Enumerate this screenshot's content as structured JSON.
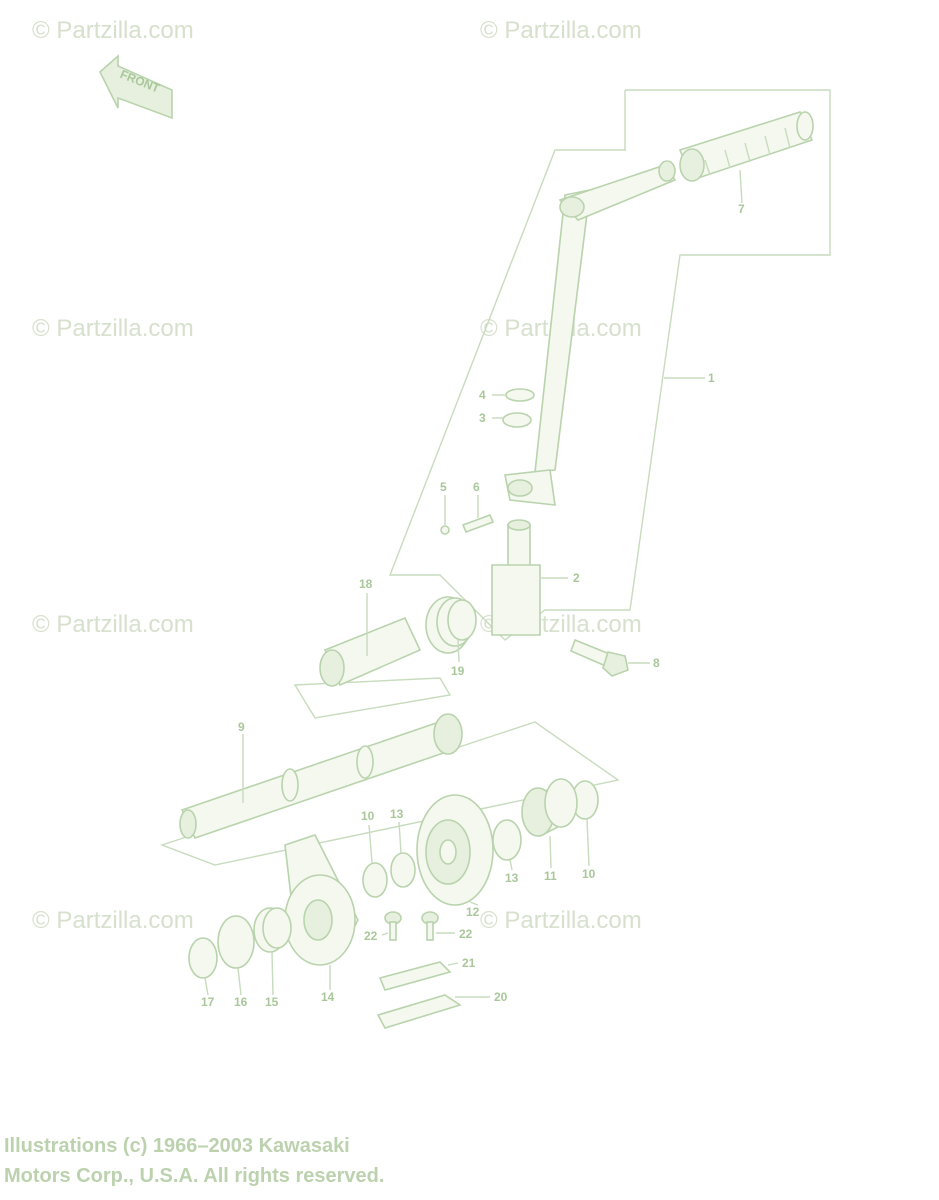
{
  "watermark": "© Partzilla.com",
  "front_label": "FRONT",
  "callouts": {
    "c1": "1",
    "c2": "2",
    "c3": "3",
    "c4": "4",
    "c5": "5",
    "c6": "6",
    "c7": "7",
    "c8": "8",
    "c9": "9",
    "c10a": "10",
    "c10b": "10",
    "c11": "11",
    "c12": "12",
    "c13a": "13",
    "c13b": "13",
    "c14": "14",
    "c15": "15",
    "c16": "16",
    "c17": "17",
    "c18": "18",
    "c19": "19",
    "c20": "20",
    "c21": "21",
    "c22a": "22",
    "c22b": "22"
  },
  "copyright": {
    "line1": "Illustrations (c) 1966–2003 Kawasaki",
    "line2": "Motors Corp., U.S.A.  All rights reserved."
  },
  "colors": {
    "line": "#c7dbbd",
    "text": "#a9c79a",
    "watermark": "#d6e0cc"
  }
}
